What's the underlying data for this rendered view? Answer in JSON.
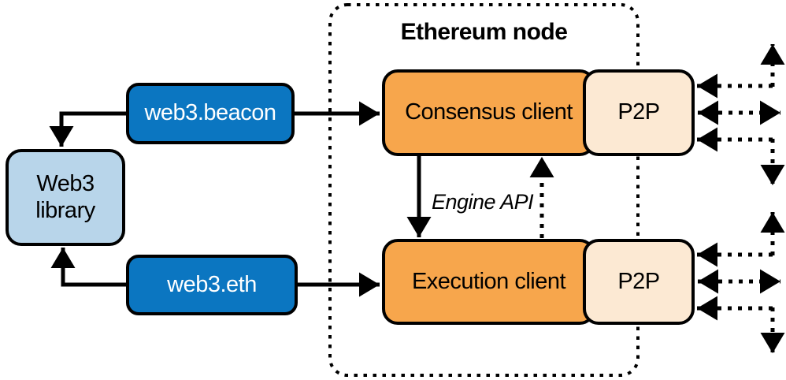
{
  "diagram": {
    "title": "Ethereum node",
    "engine_api_label": "Engine API",
    "nodes": {
      "web3_library": {
        "label": "Web3\nlibrary",
        "color": "#b8d5ea"
      },
      "web3_beacon": {
        "label": "web3.beacon",
        "color": "#0b76c1"
      },
      "web3_eth": {
        "label": "web3.eth",
        "color": "#0b76c1"
      },
      "consensus_client": {
        "label": "Consensus client",
        "color": "#f7a64c"
      },
      "execution_client": {
        "label": "Execution client",
        "color": "#f7a64c"
      },
      "p2p_top": {
        "label": "P2P",
        "color": "#fce9d3"
      },
      "p2p_bottom": {
        "label": "P2P",
        "color": "#fce9d3"
      }
    },
    "edges": {
      "beacon_to_consensus": "solid arrow right",
      "eth_to_execution": "solid arrow right",
      "beacon_to_library": "solid arrow down",
      "eth_to_library": "solid arrow up",
      "consensus_to_execution": "solid arrow down",
      "execution_to_consensus_engine_api": "dotted arrow up",
      "p2p_network_links": "dotted bidirectional arrows to network"
    },
    "stroke_color": "#000000",
    "background_color": "#ffffff"
  }
}
